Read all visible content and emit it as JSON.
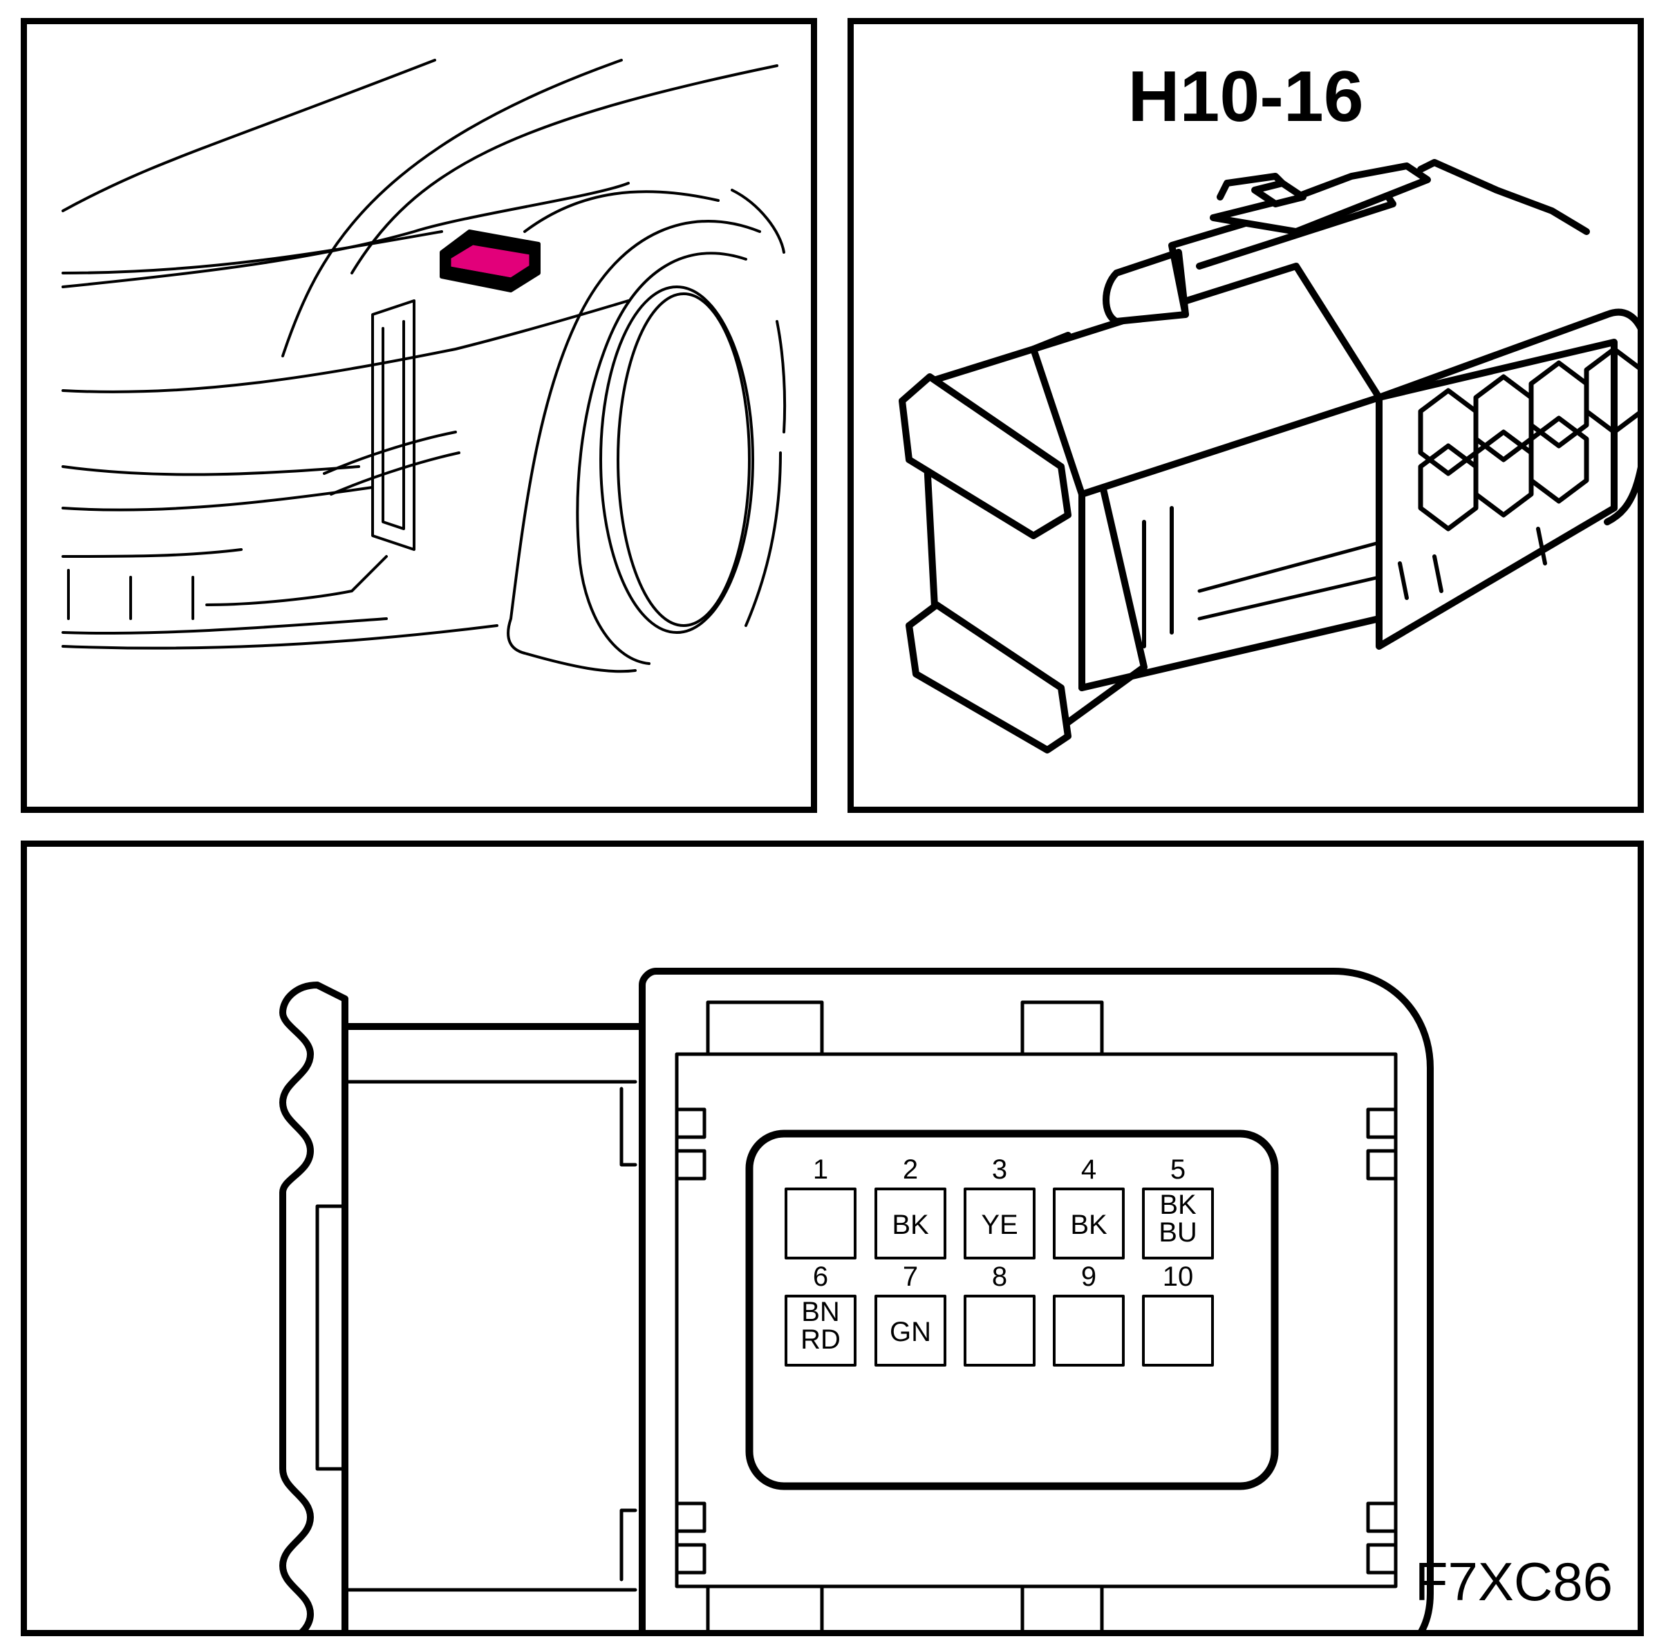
{
  "connector": {
    "label": "H10-16",
    "location_highlight_color": "#e2007a"
  },
  "figure_code": "F7XC86",
  "pins": [
    {
      "number": "1",
      "colors": []
    },
    {
      "number": "2",
      "colors": [
        "BK"
      ]
    },
    {
      "number": "3",
      "colors": [
        "YE"
      ]
    },
    {
      "number": "4",
      "colors": [
        "BK"
      ]
    },
    {
      "number": "5",
      "colors": [
        "BK",
        "BU"
      ]
    },
    {
      "number": "6",
      "colors": [
        "BN",
        "RD"
      ]
    },
    {
      "number": "7",
      "colors": [
        "GN"
      ]
    },
    {
      "number": "8",
      "colors": []
    },
    {
      "number": "9",
      "colors": []
    },
    {
      "number": "10",
      "colors": []
    }
  ]
}
